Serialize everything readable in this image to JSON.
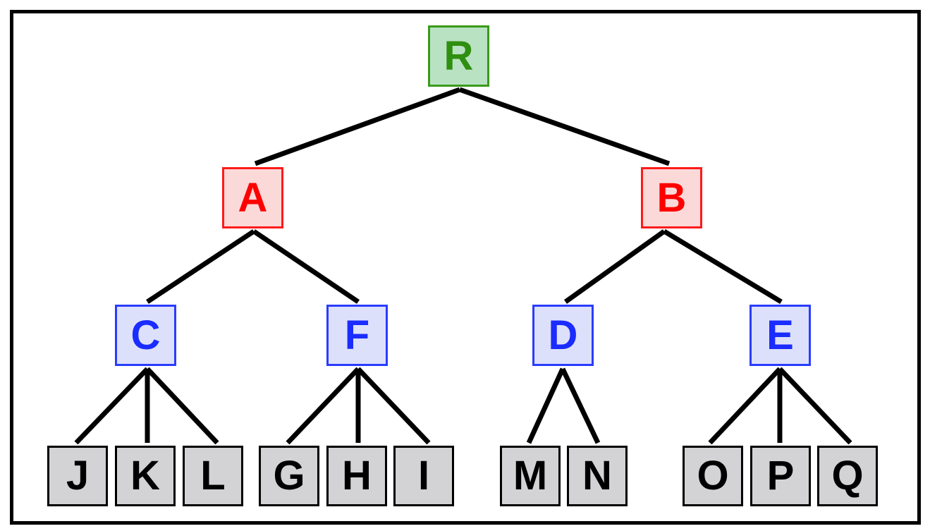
{
  "colors": {
    "root_border": "#3a9a1a",
    "root_fill": "#b9e2c3",
    "root_text": "#2f8f10",
    "level1_border": "#ff1a1a",
    "level1_fill": "#fbd9d9",
    "level1_text": "#ff0000",
    "level2_border": "#2a3cff",
    "level2_fill": "#dde0fb",
    "level2_text": "#1a2cff",
    "leaf_border": "#000000",
    "leaf_fill": "#d3d3d6",
    "leaf_text": "#000000",
    "edge": "#000000"
  },
  "tree": {
    "root": "R",
    "level1": [
      "A",
      "B"
    ],
    "level2": [
      "C",
      "F",
      "D",
      "E"
    ],
    "leaves": [
      "J",
      "K",
      "L",
      "G",
      "H",
      "I",
      "M",
      "N",
      "O",
      "P",
      "Q"
    ]
  },
  "edges": [
    [
      "R",
      "A"
    ],
    [
      "R",
      "B"
    ],
    [
      "A",
      "C"
    ],
    [
      "A",
      "F"
    ],
    [
      "B",
      "D"
    ],
    [
      "B",
      "E"
    ],
    [
      "C",
      "J"
    ],
    [
      "C",
      "K"
    ],
    [
      "C",
      "L"
    ],
    [
      "F",
      "G"
    ],
    [
      "F",
      "H"
    ],
    [
      "F",
      "I"
    ],
    [
      "D",
      "M"
    ],
    [
      "D",
      "N"
    ],
    [
      "E",
      "O"
    ],
    [
      "E",
      "P"
    ],
    [
      "E",
      "Q"
    ]
  ]
}
